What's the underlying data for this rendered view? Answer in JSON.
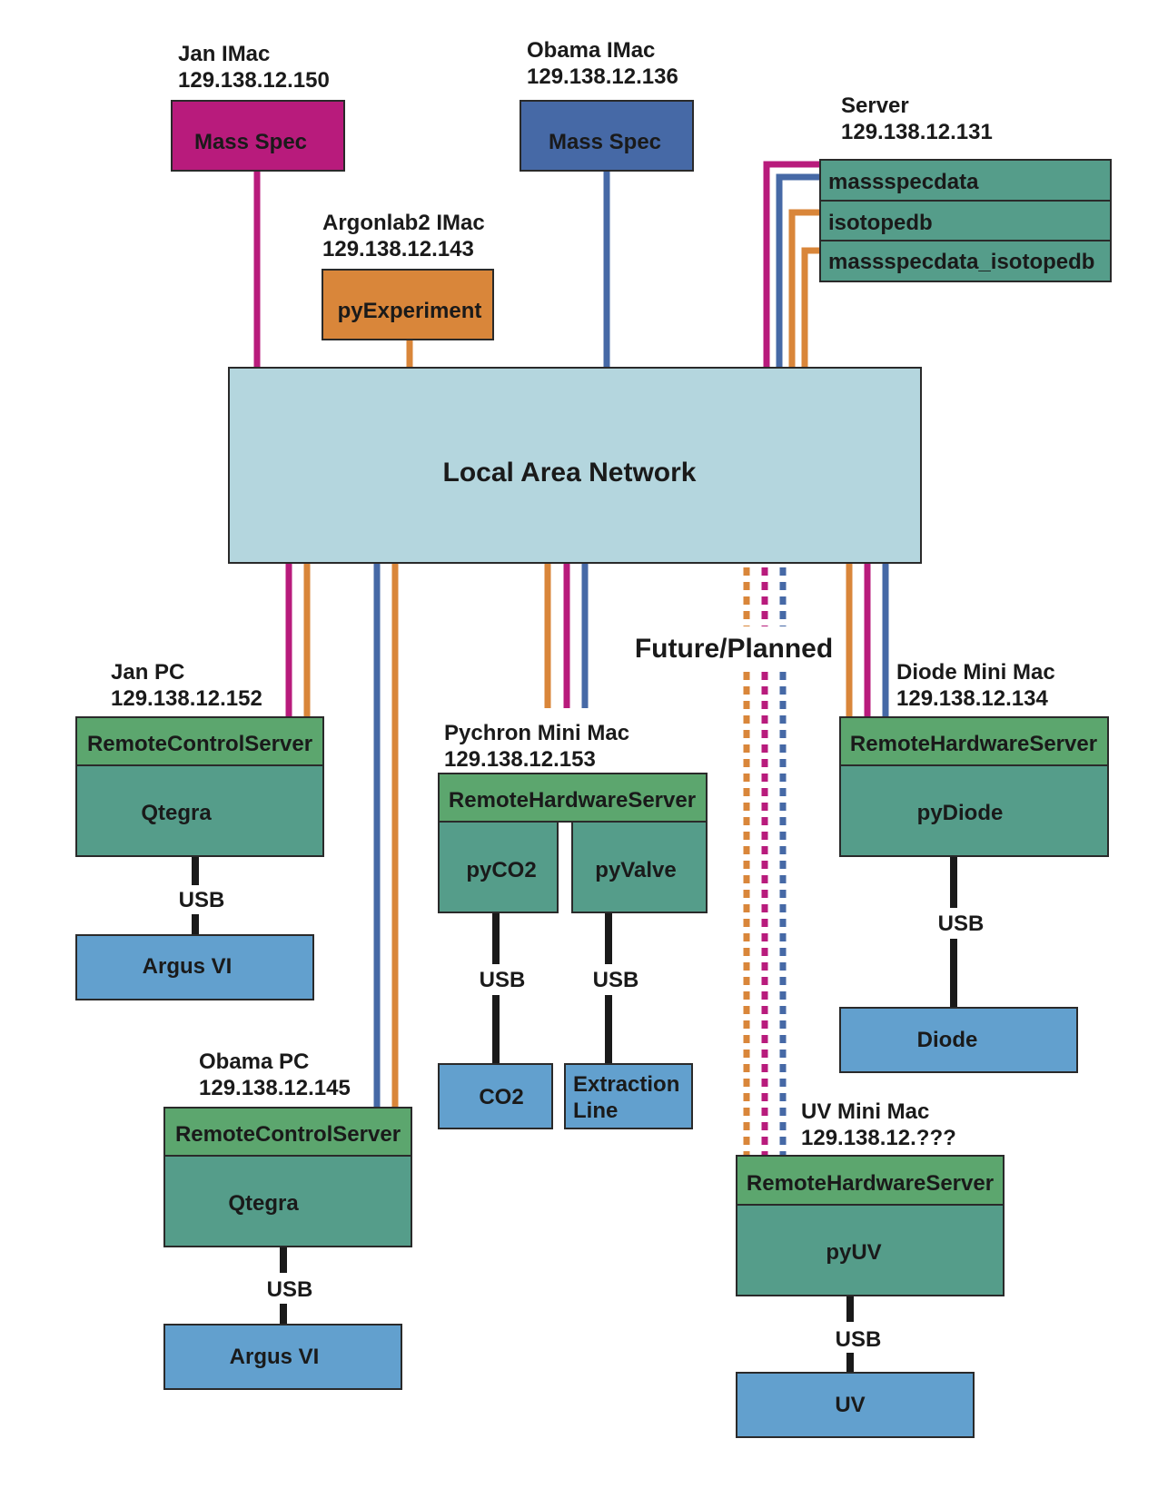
{
  "colors": {
    "magenta": "#B81B7C",
    "blue": "#4669A6",
    "orange": "#D9863A",
    "lan": "#B4D6DE",
    "server_green": "#5CA66E",
    "app_teal": "#559D8A",
    "device_blue": "#62A0CE",
    "usb_line": "#1a1a1a"
  },
  "lan": {
    "label": "Local Area Network"
  },
  "future_label": "Future/Planned",
  "usb_label": "USB",
  "jan_imac": {
    "name": "Jan IMac",
    "ip": "129.138.12.150",
    "app": "Mass Spec"
  },
  "obama_imac": {
    "name": "Obama IMac",
    "ip": "129.138.12.136",
    "app": "Mass Spec"
  },
  "argonlab2": {
    "name": "Argonlab2 IMac",
    "ip": "129.138.12.143",
    "app": "pyExperiment"
  },
  "server": {
    "name": "Server",
    "ip": "129.138.12.131",
    "databases": [
      "massspecdata",
      "isotopedb",
      "massspecdata_isotopedb"
    ]
  },
  "jan_pc": {
    "name": "Jan PC",
    "ip": "129.138.12.152",
    "server": "RemoteControlServer",
    "app": "Qtegra",
    "device": "Argus VI"
  },
  "obama_pc": {
    "name": "Obama PC",
    "ip": "129.138.12.145",
    "server": "RemoteControlServer",
    "app": "Qtegra",
    "device": "Argus VI"
  },
  "pychron": {
    "name": "Pychron Mini Mac",
    "ip": "129.138.12.153",
    "server": "RemoteHardwareServer",
    "apps": [
      "pyCO2",
      "pyValve"
    ],
    "devices": [
      "CO2",
      "Extraction",
      "Line"
    ]
  },
  "diode": {
    "name": "Diode Mini Mac",
    "ip": "129.138.12.134",
    "server": "RemoteHardwareServer",
    "app": "pyDiode",
    "device": "Diode"
  },
  "uv": {
    "name": "UV Mini Mac",
    "ip": "129.138.12.???",
    "server": "RemoteHardwareServer",
    "app": "pyUV",
    "device": "UV"
  }
}
